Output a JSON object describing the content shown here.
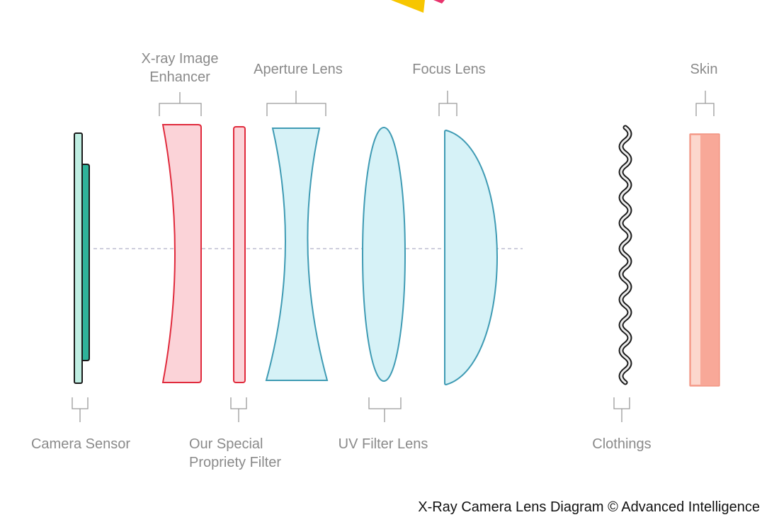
{
  "labels": {
    "xray_enhancer": [
      "X-ray Image",
      "Enhancer"
    ],
    "aperture": "Aperture Lens",
    "focus": "Focus Lens",
    "skin": "Skin",
    "camera_sensor": "Camera Sensor",
    "special_filter": [
      "Our Special",
      "Propriety Filter"
    ],
    "uv_filter": "UV Filter Lens",
    "clothings": "Clothings"
  },
  "caption": "X-Ray Camera Lens Diagram © Advanced Intelligence",
  "colors": {
    "label_text": "#8a8a8a",
    "bracket": "#9a9a9a",
    "sensor_fill": "#2fb39a",
    "sensor_light": "#bfeee2",
    "red_outline": "#e02a3c",
    "red_fill": "#fbd3d8",
    "blue_outline": "#3f9bb4",
    "blue_fill": "#d6f2f7",
    "skin_fill": "#f8a898",
    "skin_light": "#fcd7cd",
    "axis": "#b0b0c8",
    "caption_text": "#111111"
  },
  "icons": {
    "decoration_top": "yellow-pink-burst-icon"
  }
}
